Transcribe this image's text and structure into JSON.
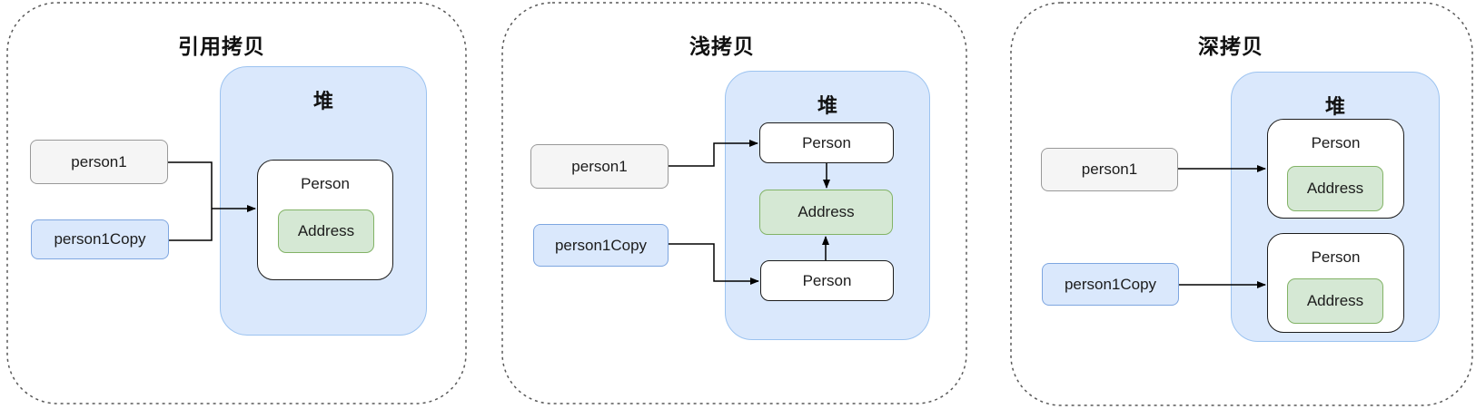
{
  "colors": {
    "var_plain_fill": "#f5f5f5",
    "var_plain_stroke": "#999999",
    "var_copy_fill": "#dae8fc",
    "var_copy_stroke": "#7ea6e0",
    "heap_fill": "#dae8fc",
    "heap_stroke": "#9cc3f0",
    "object_fill": "#ffffff",
    "object_stroke": "#1c1c1c",
    "address_fill": "#d5e8d4",
    "address_stroke": "#82b366",
    "panel_border": "#595959",
    "arrow": "#000000"
  },
  "panels": [
    {
      "title": "引用拷贝",
      "vars": [
        {
          "label": "person1"
        },
        {
          "label": "person1Copy"
        }
      ],
      "heap": {
        "label": "堆"
      },
      "objects": [
        {
          "label": "Person"
        }
      ],
      "addresses": [
        {
          "label": "Address"
        }
      ],
      "edges": [
        {
          "from": "person1",
          "to": "Person"
        },
        {
          "from": "person1Copy",
          "to": "Person"
        }
      ]
    },
    {
      "title": "浅拷贝",
      "vars": [
        {
          "label": "person1"
        },
        {
          "label": "person1Copy"
        }
      ],
      "heap": {
        "label": "堆"
      },
      "objects": [
        {
          "label": "Person"
        },
        {
          "label": "Person"
        }
      ],
      "addresses": [
        {
          "label": "Address"
        }
      ],
      "edges": [
        {
          "from": "person1",
          "to": "Person-top"
        },
        {
          "from": "person1Copy",
          "to": "Person-bottom"
        },
        {
          "from": "Person-top",
          "to": "Address"
        },
        {
          "from": "Person-bottom",
          "to": "Address"
        }
      ]
    },
    {
      "title": "深拷贝",
      "vars": [
        {
          "label": "person1"
        },
        {
          "label": "person1Copy"
        }
      ],
      "heap": {
        "label": "堆"
      },
      "objects": [
        {
          "label": "Person"
        },
        {
          "label": "Person"
        }
      ],
      "addresses": [
        {
          "label": "Address"
        },
        {
          "label": "Address"
        }
      ],
      "edges": [
        {
          "from": "person1",
          "to": "Person-top"
        },
        {
          "from": "person1Copy",
          "to": "Person-bottom"
        }
      ]
    }
  ]
}
